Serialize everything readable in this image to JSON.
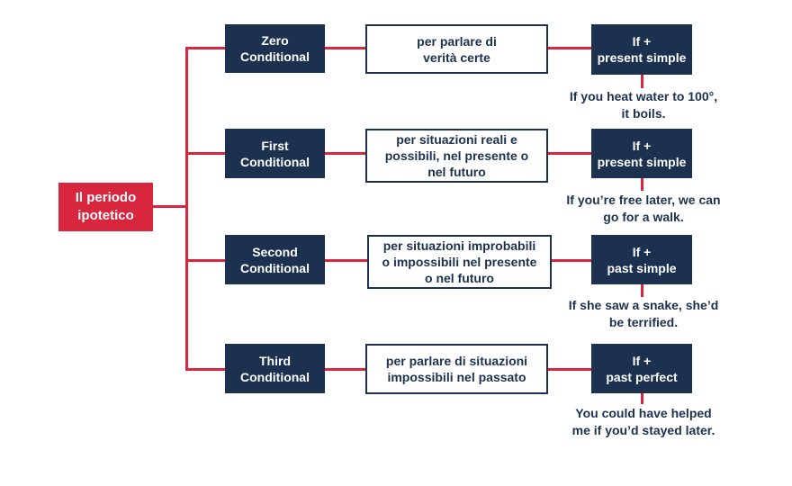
{
  "root": {
    "label": "Il periodo\nipotetico"
  },
  "colors": {
    "accent": "#d7263d",
    "navy": "#1c3150"
  },
  "conditionals": [
    {
      "name": "Zero\nConditional",
      "description": "per parlare di\nverità certe",
      "structure": "If +\npresent simple",
      "example": "If you heat water to 100°,\nit boils."
    },
    {
      "name": "First\nConditional",
      "description": "per situazioni reali e\npossibili, nel presente o\nnel futuro",
      "structure": "If +\npresent simple",
      "example": "If you’re free later, we can\ngo for a walk."
    },
    {
      "name": "Second\nConditional",
      "description": "per situazioni improbabili\no impossibili nel presente\no nel futuro",
      "structure": "If +\npast simple",
      "example": "If she saw a snake, she’d\nbe terrified."
    },
    {
      "name": "Third\nConditional",
      "description": "per parlare di situazioni\nimpossibili nel passato",
      "structure": "If +\npast perfect",
      "example": "You could have helped\nme if you’d stayed later."
    }
  ]
}
